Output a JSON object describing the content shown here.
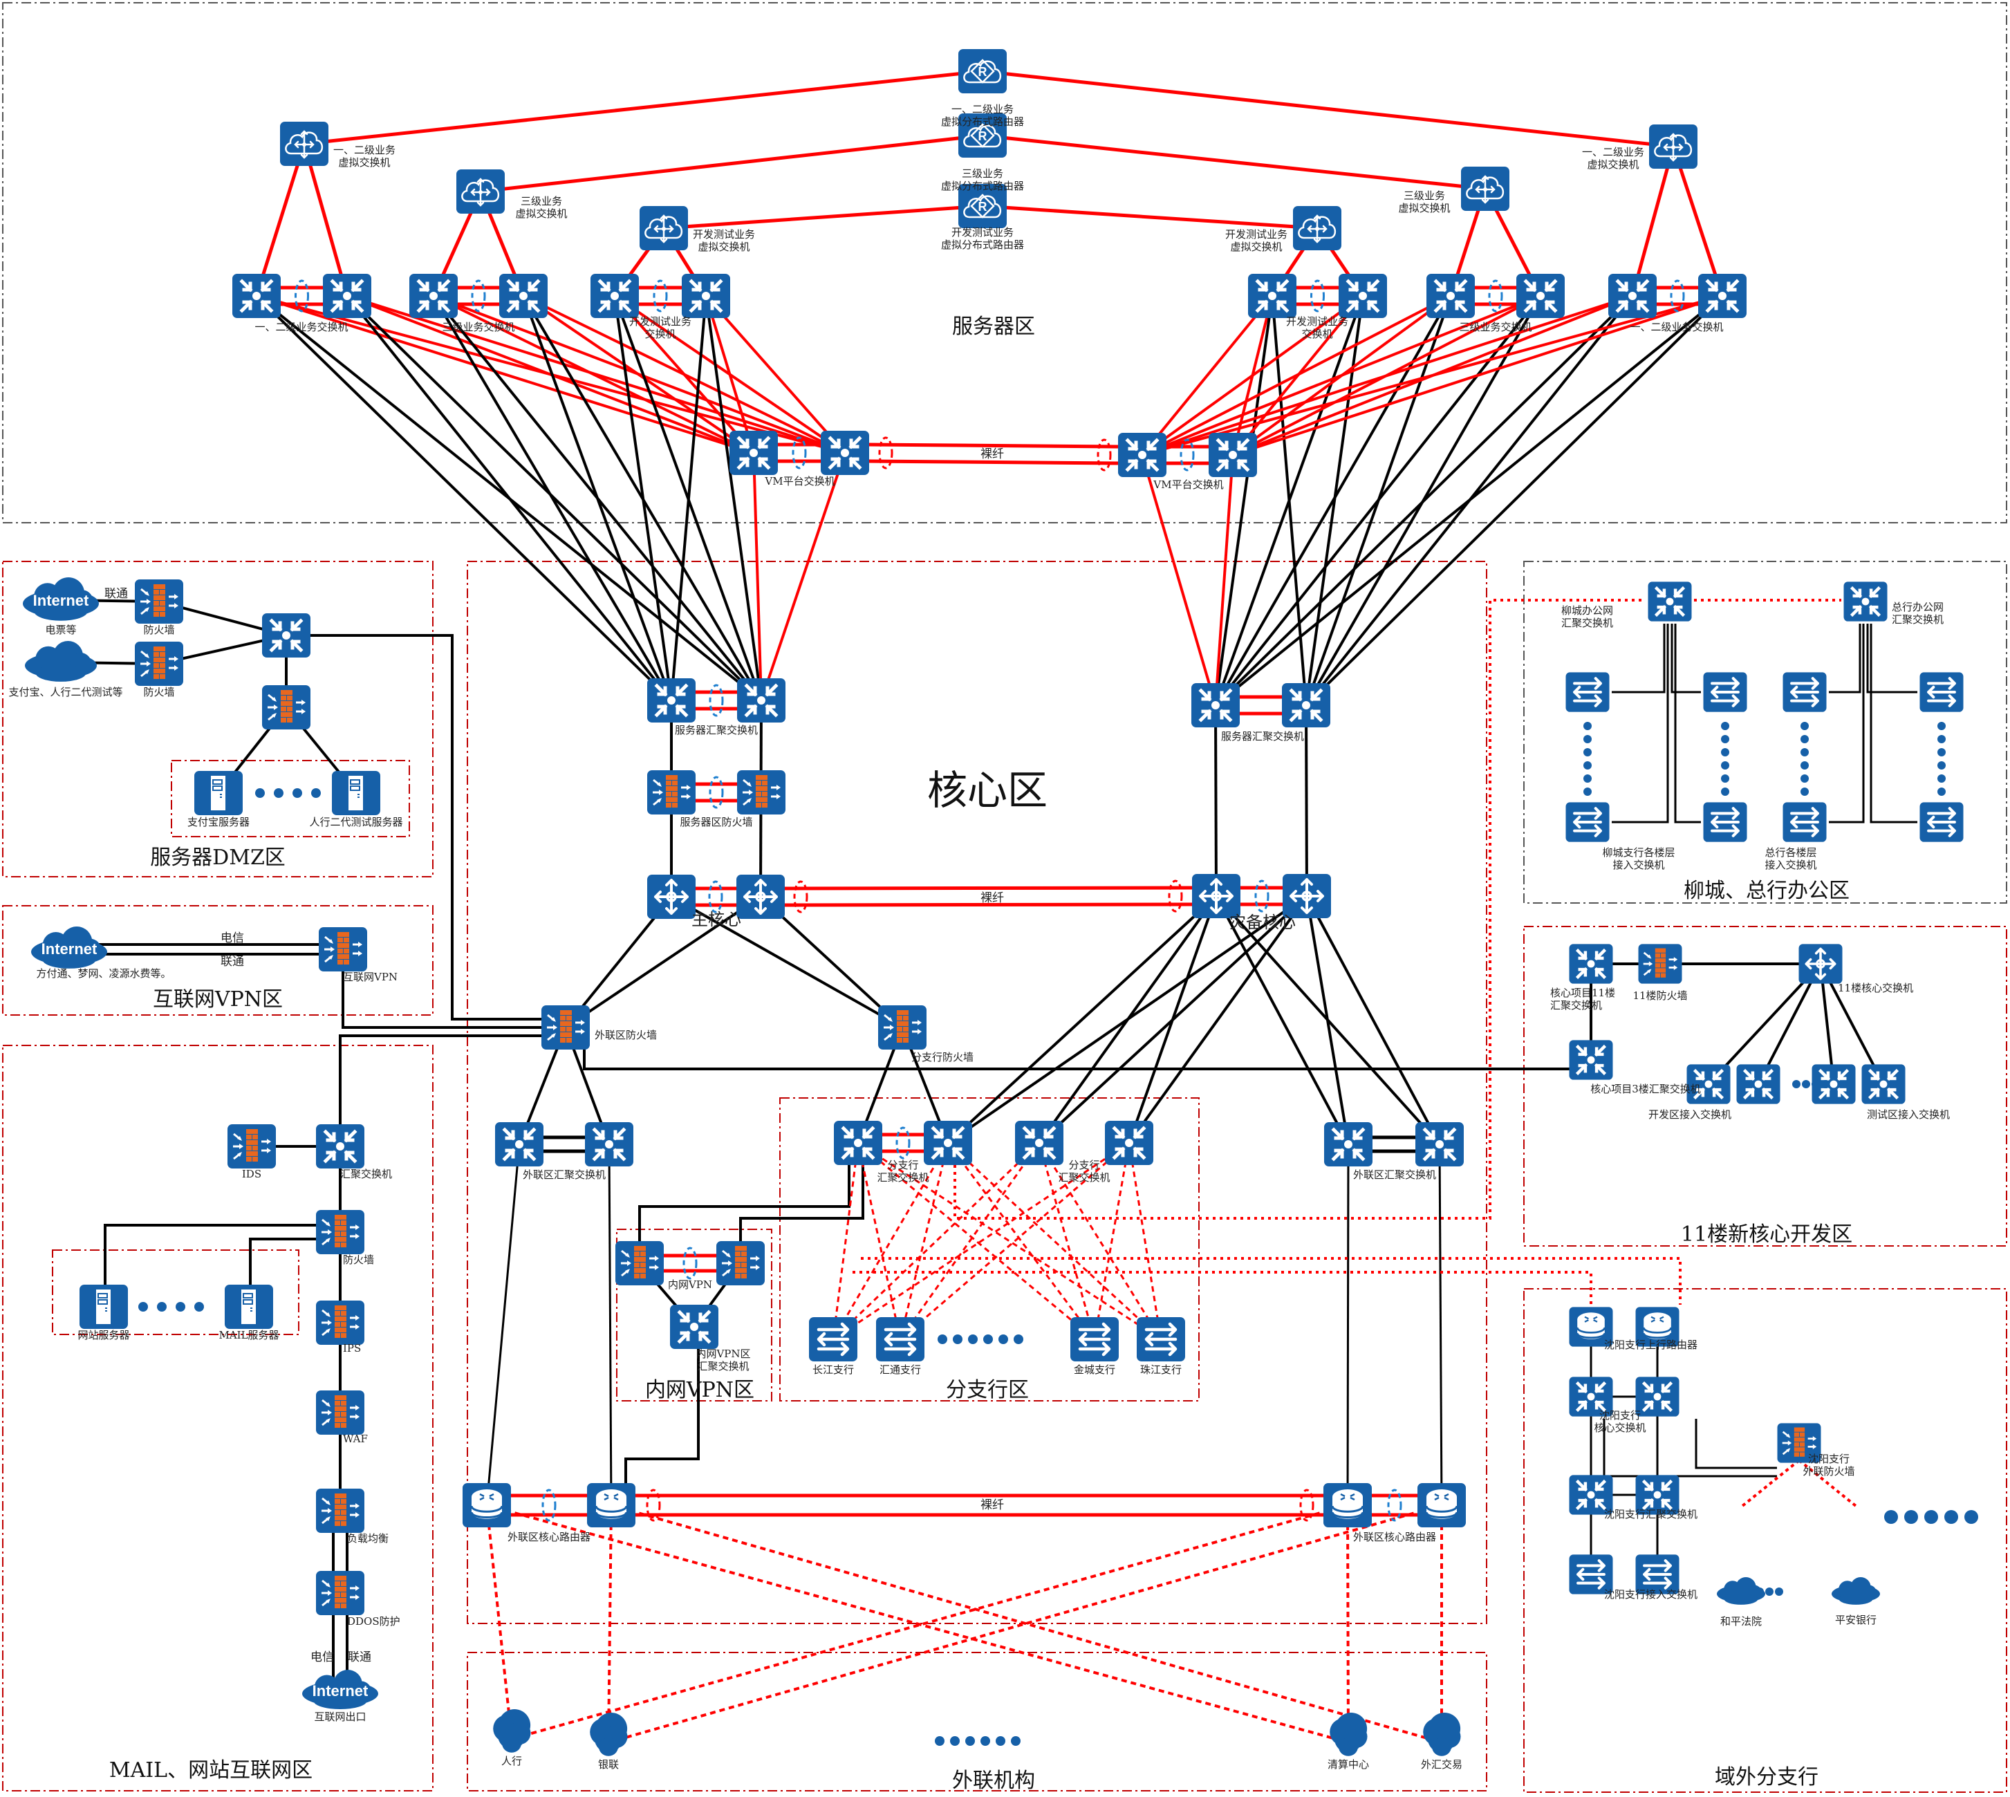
{
  "colors": {
    "device_blue": "#1660A8",
    "firewall_brick": "#E9671E",
    "link_red": "#FF0000",
    "link_black": "#000000",
    "zone_border_red": "#C00000",
    "zone_border_gray": "#555555",
    "stack_ring_blue": "#1E7FCF"
  },
  "zones": {
    "server_zone": "服务器区",
    "core_zone": "核心区",
    "dmz_zone": "服务器DMZ区",
    "internet_vpn_zone": "互联网VPN区",
    "mail_web_zone": "MAIL、网站互联网区",
    "intranet_vpn_zone": "内网VPN区",
    "branch_zone": "分支行区",
    "external_orgs_zone": "外联机构",
    "office_zone": "柳城、总行办公区",
    "dev_zone": "11楼新核心开发区",
    "remote_branch_zone": "域外分支行"
  },
  "link_labels": {
    "bare_fiber": "裸纤",
    "telecom": "电信",
    "unicom": "联通"
  },
  "labels": {
    "vr1": [
      "一、二级业务",
      "虚拟分布式路由器"
    ],
    "vr2": [
      "三级业务",
      "虚拟分布式路由器"
    ],
    "vr3": [
      "开发测试业务",
      "虚拟分布式路由器"
    ],
    "vs_l12": [
      "一、二级业务",
      "虚拟交换机"
    ],
    "vs_l3": [
      "三级业务",
      "虚拟交换机"
    ],
    "vs_dev": [
      "开发测试业务",
      "虚拟交换机"
    ],
    "vs_r_dev": [
      "开发测试业务",
      "虚拟交换机"
    ],
    "vs_r_l3": [
      "三级业务",
      "虚拟交换机"
    ],
    "vs_r_l12": [
      "一、二级业务",
      "虚拟交换机"
    ],
    "sw_l12": [
      "一、二级业务交换机"
    ],
    "sw_l3": [
      "三级业务交换机"
    ],
    "sw_dev": [
      "开发测试业务",
      "交换机"
    ],
    "sw_r_dev": [
      "开发测试业务",
      "交换机"
    ],
    "sw_r_l3": [
      "三级业务交换机"
    ],
    "sw_r_l12": [
      "一、二级业务交换机"
    ],
    "vm_left": [
      "VM平台交换机"
    ],
    "vm_right": [
      "VM平台交换机"
    ],
    "srv_agg_left": [
      "服务器汇聚交换机"
    ],
    "srv_agg_right": [
      "服务器汇聚交换机"
    ],
    "srv_fw": [
      "服务器区防火墙"
    ],
    "main_core": [
      "主核心"
    ],
    "dr_core": [
      "灾备核心"
    ],
    "ext_fw": [
      "外联区防火墙"
    ],
    "branch_fw": [
      "分支行防火墙"
    ],
    "ext_agg_left": [
      "外联区汇聚交换机"
    ],
    "ext_agg_right": [
      "外联区汇聚交换机"
    ],
    "branch_agg1": [
      "分支行",
      "汇聚交换机"
    ],
    "branch_agg2": [
      "分支行",
      "汇聚交换机"
    ],
    "intra_vpn": [
      "内网VPN"
    ],
    "intra_vpn_agg": [
      "内网VPN区",
      "汇聚交换机"
    ],
    "br_changjiang": [
      "长江支行"
    ],
    "br_huitong": [
      "汇通支行"
    ],
    "br_jincheng": [
      "金城支行"
    ],
    "br_zhujiang": [
      "珠江支行"
    ],
    "ext_router_left": [
      "外联区核心路由器"
    ],
    "ext_router_right": [
      "外联区核心路由器"
    ],
    "org_pboc": [
      "人行"
    ],
    "org_unionpay": [
      "银联"
    ],
    "org_clearing": [
      "清算中心"
    ],
    "org_fx": [
      "外汇交易"
    ],
    "dmz_inet1_name": "Internet",
    "dmz_inet1_note": [
      "电票等"
    ],
    "dmz_cloud2_note": [
      "支付宝、人行二代测试等"
    ],
    "dmz_fw1": [
      "防火墙"
    ],
    "dmz_fw2": [
      "防火墙"
    ],
    "dmz_srv1": [
      "支付宝服务器"
    ],
    "dmz_srv2": [
      "人行二代测试服务器"
    ],
    "vpn_inet_name": "Internet",
    "vpn_inet_note": [
      "方付通、梦网、凌源水费等。"
    ],
    "vpn_fw": [
      "互联网VPN"
    ],
    "mail_ids": [
      "IDS"
    ],
    "mail_agg": [
      "汇聚交换机"
    ],
    "mail_fw": [
      "防火墙"
    ],
    "mail_web_srv": [
      "网站服务器"
    ],
    "mail_mail_srv": [
      "MAIL服务器"
    ],
    "mail_ips": [
      "IPS"
    ],
    "mail_waf": [
      "WAF"
    ],
    "mail_lb": [
      "负载均衡"
    ],
    "mail_ddos": [
      "DDOS防护"
    ],
    "mail_inet_name": "Internet",
    "mail_inet_note": [
      "互联网出口"
    ],
    "lc_agg": [
      "柳城办公网",
      "汇聚交换机"
    ],
    "hq_agg": [
      "总行办公网",
      "汇聚交换机"
    ],
    "lc_access": [
      "柳城支行各楼层",
      "接入交换机"
    ],
    "hq_access": [
      "总行各楼层",
      "接入交换机"
    ],
    "dev_agg11": [
      "核心项目11楼",
      "汇聚交换机"
    ],
    "dev_fw11": [
      "11楼防火墙"
    ],
    "dev_core11": [
      "11楼核心交换机"
    ],
    "dev_agg3": [
      "核心项目3楼汇聚交换机"
    ],
    "dev_access": [
      "开发区接入交换机"
    ],
    "test_access": [
      "测试区接入交换机"
    ],
    "sy_router": [
      "沈阳支行上行路由器"
    ],
    "sy_core": [
      "沈阳支行",
      "核心交换机"
    ],
    "sy_fw": [
      "沈阳支行",
      "外联防火墙"
    ],
    "sy_agg": [
      "沈阳支行汇聚交换机"
    ],
    "sy_access": [
      "沈阳支行接入交换机"
    ],
    "sy_court": [
      "和平法院"
    ],
    "sy_bank": [
      "平安银行"
    ]
  }
}
